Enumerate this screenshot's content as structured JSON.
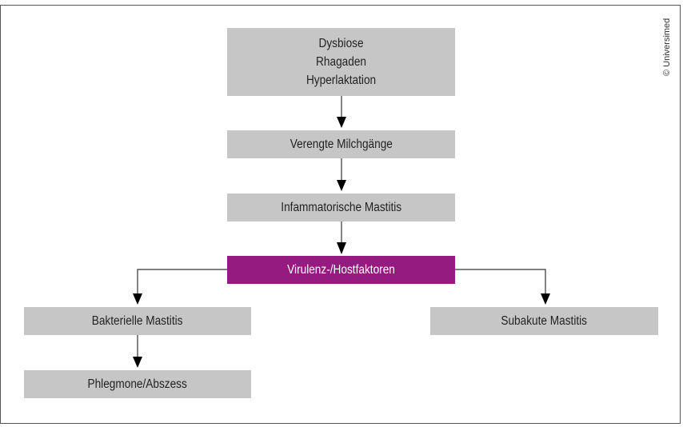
{
  "colors": {
    "box": "#c6c6c6",
    "accent": "#951b81",
    "line": "#333333"
  },
  "nodes": {
    "causes": "Dysbiose\nRhagaden\nHyperlaktation",
    "narrowed_ducts": "Verengte Milchgänge",
    "inflammatory": "Infammatorische Mastitis",
    "factors": "Virulenz-/Hostfaktoren",
    "bacterial": "Bakterielle Mastitis",
    "phlegmone": "Phlegmone/Abszess",
    "subacute": "Subakute Mastitis"
  },
  "copyright": "© Universimed"
}
